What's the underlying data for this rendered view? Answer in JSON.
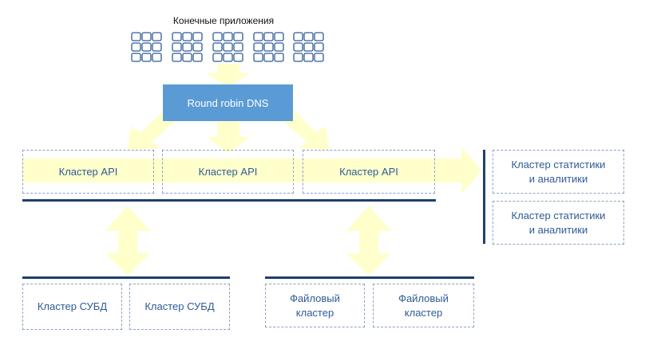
{
  "diagram": {
    "apps_title": "Конечные приложения",
    "dns_label": "Round robin DNS",
    "api_clusters": [
      "Кластер API",
      "Кластер API",
      "Кластер API"
    ],
    "stats_clusters": [
      "Кластер статистики\nи аналитики",
      "Кластер статистики\nи аналитики"
    ],
    "db_clusters": [
      "Кластер СУБД",
      "Кластер СУБД"
    ],
    "file_clusters": [
      "Файловый\nкластер",
      "Файловый\nкластер"
    ]
  },
  "colors": {
    "arrow": "#ffffcc",
    "box_border": "#8aa3c4",
    "text": "#2e5b96",
    "dns_fill": "#5b9bd5",
    "line": "#1f3f6e"
  },
  "icons": [
    "app-grid-icon"
  ]
}
